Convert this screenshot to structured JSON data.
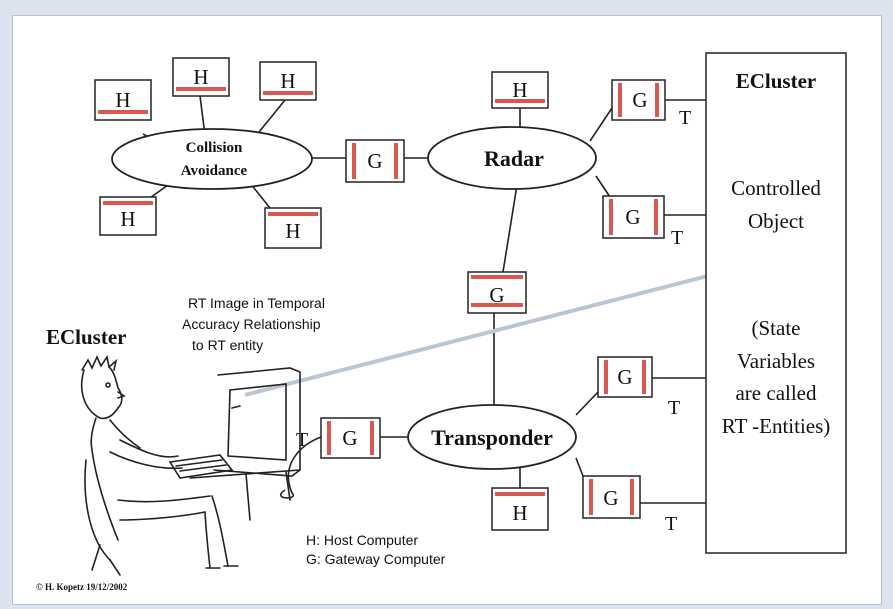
{
  "labels": {
    "host": "H",
    "gateway": "G",
    "terminal": "T",
    "collision_line1": "Collision",
    "collision_line2": "Avoidance",
    "radar": "Radar",
    "transponder": "Transponder",
    "ecluster_right": "ECluster",
    "ecluster_left": "ECluster",
    "controlled_line1": "Controlled",
    "controlled_line2": "Object",
    "state_line1": "(State",
    "state_line2": "Variables",
    "state_line3": "are called",
    "state_line4": "RT -Entities)",
    "rt_image_line1": "RT Image in Temporal",
    "rt_image_line2": "Accuracy Relationship",
    "rt_image_line3": "to RT entity",
    "legend_host": "H: Host Computer",
    "legend_gateway": "G: Gateway Computer",
    "copyright": "© H. Kopetz  19/12/2002"
  },
  "colors": {
    "accent_bar": "#d9584f",
    "background": "#dbe3ef",
    "temporal_line": "#bcc6d2"
  },
  "icons": {
    "operator": "person-at-computer-icon"
  }
}
